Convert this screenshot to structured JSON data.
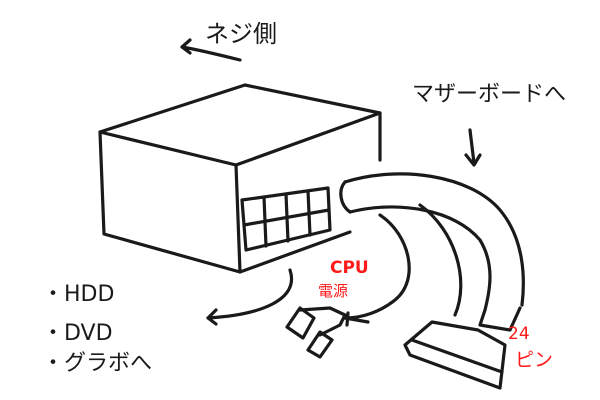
{
  "labels": {
    "screw_side": "ネジ側",
    "to_motherboard": "マザーボードへ",
    "devices": [
      "・HDD",
      "・DVD",
      "・グラボへ"
    ],
    "cpu_power": [
      "CPU",
      "電源"
    ],
    "pin24": [
      "24",
      "ピン"
    ]
  },
  "colors": {
    "ink": "#1a1a1a",
    "accent": "#ff1a1a"
  }
}
